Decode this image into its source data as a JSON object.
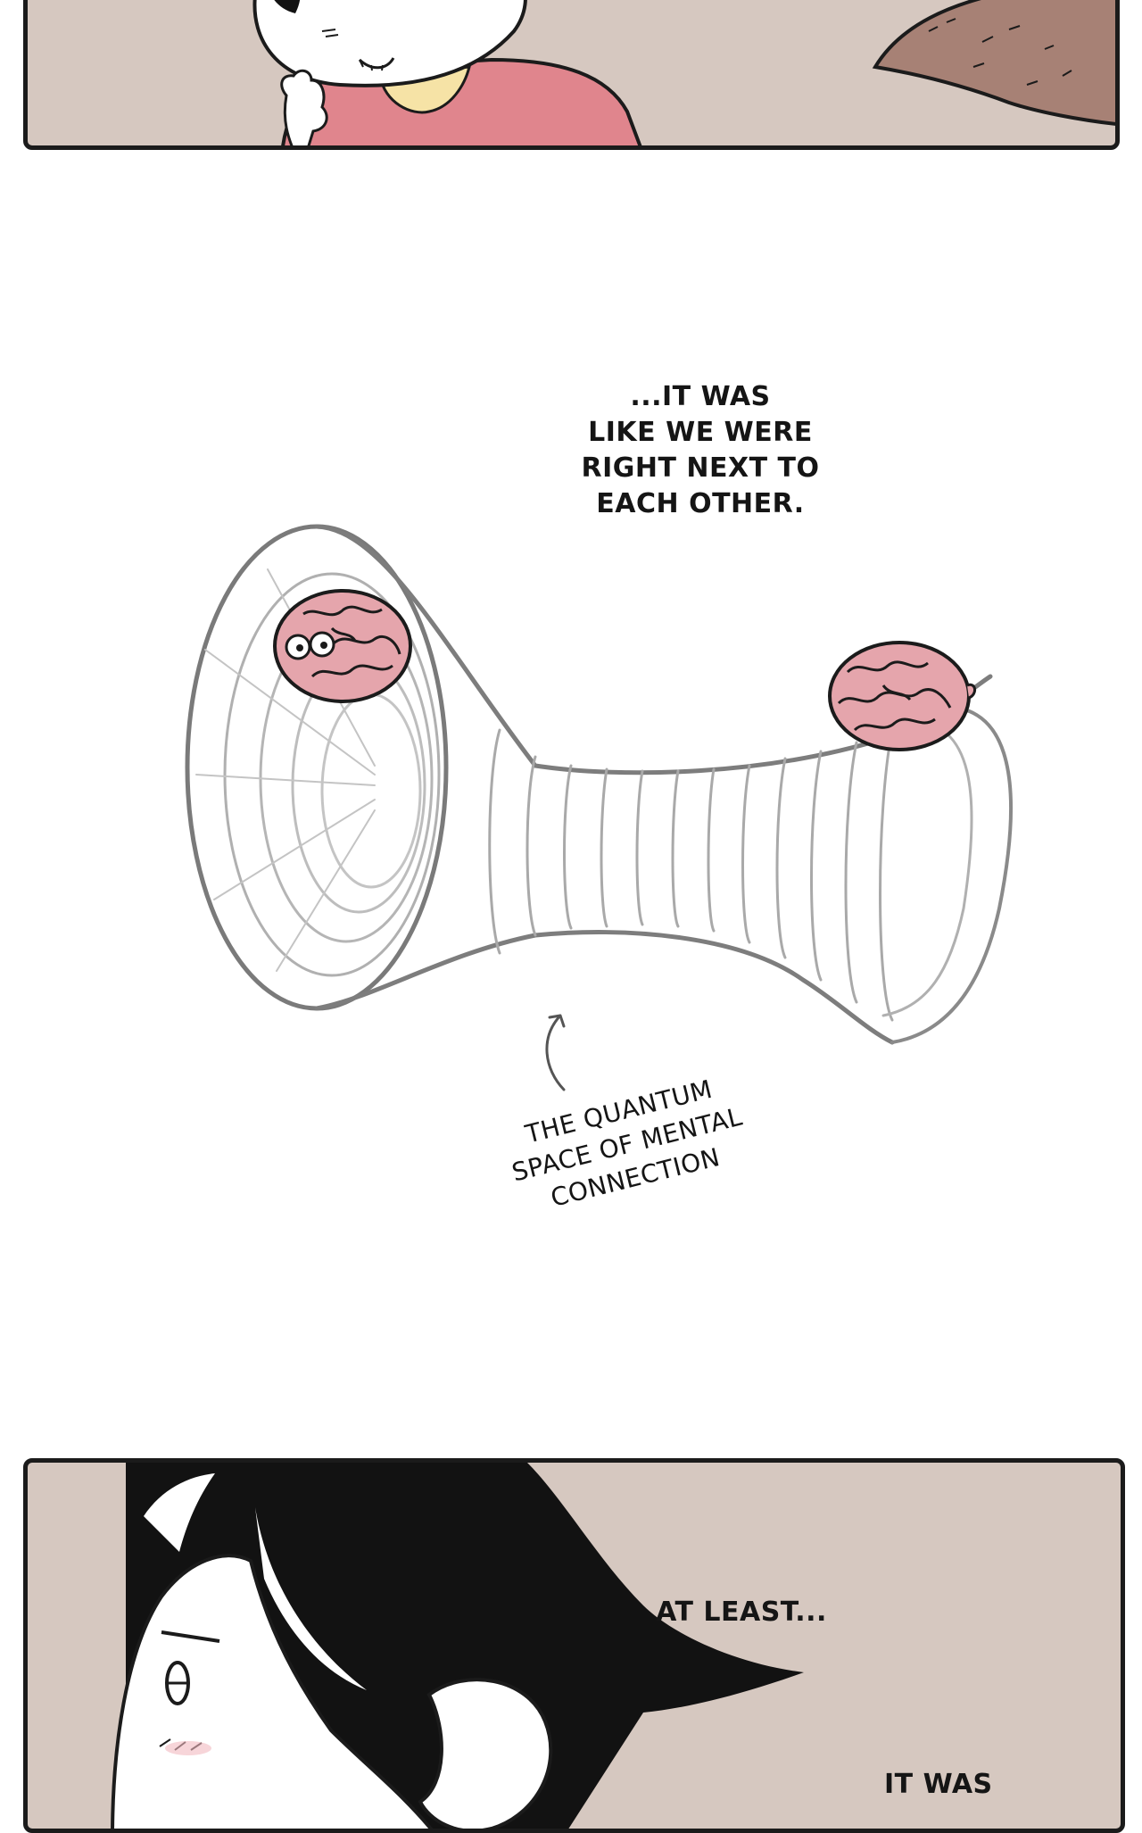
{
  "captions": {
    "next_to": "...IT WAS\nLIKE WE WERE\nRIGHT NEXT TO\nEACH OTHER.",
    "quantum": "THE QUANTUM\nSPACE OF MENTAL\nCONNECTION",
    "at_least": "AT LEAST...",
    "it_was": "IT WAS"
  },
  "colors": {
    "panel_bg": "#d6c8c0",
    "outline": "#1b1b1b",
    "sweater": "#e0858d",
    "collar": "#f6e3a6",
    "brain": "#e5a5ac",
    "leaf": "#a78175",
    "hair": "#121212"
  }
}
